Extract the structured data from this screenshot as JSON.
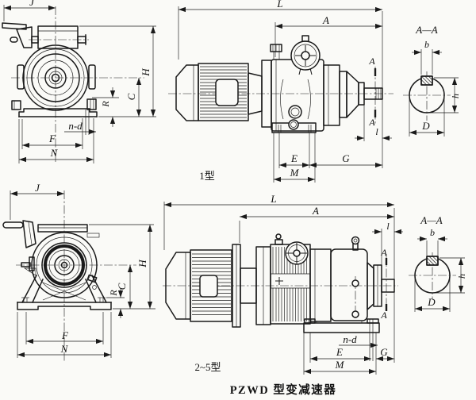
{
  "title": "PZWD 型变减速器",
  "captions": {
    "type1": "1型",
    "type2_5": "2~5型"
  },
  "section": {
    "title": "A—A",
    "mark": "A"
  },
  "dims": {
    "J": "J",
    "H": "H",
    "C": "C",
    "R": "R",
    "n_d": "n-d",
    "F": "F",
    "N": "N",
    "L": "L",
    "A": "A",
    "l": "l",
    "E": "E",
    "M": "M",
    "G": "G",
    "b": "b",
    "h": "h",
    "D": "D"
  }
}
